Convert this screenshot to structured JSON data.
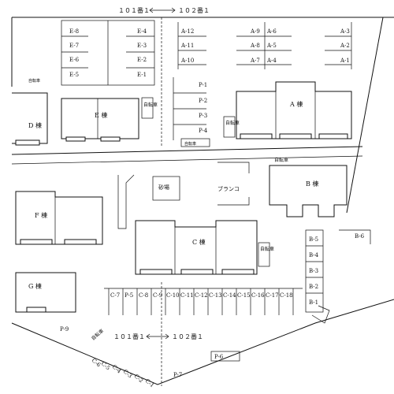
{
  "header": {
    "lot_left": "１０１番１",
    "lot_right": "１０２番１"
  },
  "footer": {
    "lot_left": "１０１番１",
    "lot_right": "１０２番１"
  },
  "buildings": {
    "A": "A 棟",
    "B": "B 棟",
    "C": "C 棟",
    "D": "D 棟",
    "E": "E 棟",
    "F": "F 棟",
    "G": "G 棟"
  },
  "facilities": {
    "bike_top": "自転車",
    "bike_a": "自転車",
    "bike_c": "自転車",
    "bike_b_road": "自転車",
    "bike_left_small": "自転車",
    "bike_tr": "自転車",
    "sandbox": "砂場",
    "swing": "ブランコ",
    "bike_bottom": "自転車"
  },
  "parking_e": [
    "E-8",
    "E-7",
    "E-6",
    "E-5",
    "E-4",
    "E-3",
    "E-2",
    "E-1"
  ],
  "parking_a_left": [
    "A-12",
    "A-11",
    "A-10"
  ],
  "parking_a_mid_left": [
    "A-9",
    "A-8",
    "A-7"
  ],
  "parking_a_mid_right": [
    "A-6",
    "A-5",
    "A-4"
  ],
  "parking_a_right": [
    "A-3",
    "A-2",
    "A-1"
  ],
  "parking_p_top": [
    "P-1",
    "P-2",
    "P-3",
    "P-4"
  ],
  "parking_c": [
    "C-7",
    "P-5",
    "C-8",
    "C-9",
    "C-10",
    "C-11",
    "C-12",
    "C-13",
    "C-14",
    "C-15",
    "C-16",
    "C-17",
    "C-18"
  ],
  "parking_b": [
    "B-5",
    "B-4",
    "B-3",
    "B-2",
    "B-1"
  ],
  "parking_b6": "B-6",
  "parking_bottom_left": [
    "C-6",
    "C-5",
    "C-4",
    "C-3",
    "C-2",
    "C-1"
  ],
  "parking_p_bottom": [
    "P-9",
    "P-7",
    "P-6"
  ]
}
